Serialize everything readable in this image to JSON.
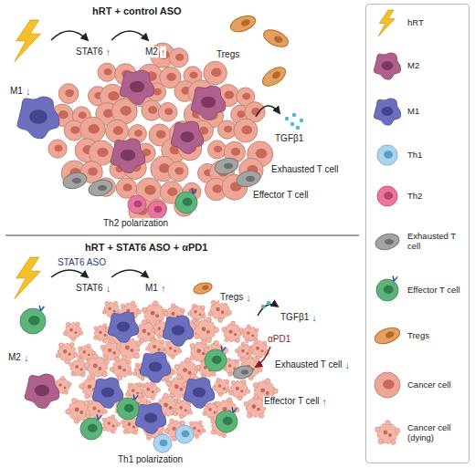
{
  "diagram": {
    "labels": [
      "hRT + control ASO",
      "STAT6",
      "↑",
      "M2",
      "↑",
      "M1",
      "↓",
      "Tregs",
      "TGFβ1",
      "Exhausted T cell",
      "Effector T cell",
      "Th2 polarization",
      "hRT + STAT6 ASO + αPD1",
      "STAT6 ASO",
      "STAT6",
      "↓",
      "M1",
      "↑",
      "M2",
      "↓",
      "Tregs",
      "↓",
      "TGFβ1",
      "↓",
      "αPD1",
      "Exhausted T cell",
      "↓",
      "Effector T cell",
      "↑",
      "Th1 polarization"
    ],
    "legend": [
      {
        "text": "hRT"
      },
      {
        "text": "M2"
      },
      {
        "text": "M1"
      },
      {
        "text": "Th1"
      },
      {
        "text": "Th2"
      },
      {
        "text": "Exhausted T cell"
      },
      {
        "text": "Effector T cell"
      },
      {
        "text": "Tregs"
      },
      {
        "text": "Cancer cell"
      },
      {
        "text": "Cancer cell (dying)"
      }
    ]
  }
}
